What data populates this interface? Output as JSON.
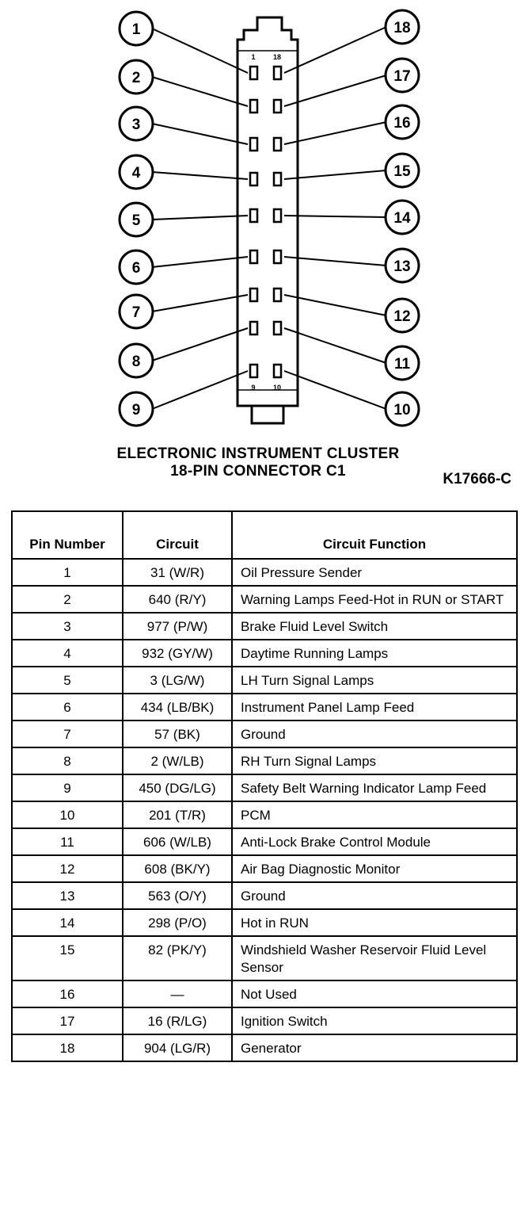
{
  "diagram": {
    "left_callouts": [
      "1",
      "2",
      "3",
      "4",
      "5",
      "6",
      "7",
      "8",
      "9"
    ],
    "right_callouts": [
      "18",
      "17",
      "16",
      "15",
      "14",
      "13",
      "12",
      "11",
      "10"
    ],
    "connector_marks": {
      "top_left": "1",
      "top_right": "18",
      "bottom_left": "9",
      "bottom_right": "10"
    }
  },
  "caption": {
    "line1": "ELECTRONIC INSTRUMENT CLUSTER",
    "line2": "18-PIN CONNECTOR C1",
    "figure_ref": "K17666-C"
  },
  "table": {
    "headers": {
      "pin": "Pin Number",
      "circuit": "Circuit",
      "function": "Circuit Function"
    },
    "rows": [
      {
        "pin": "1",
        "circuit": "31 (W/R)",
        "function": "Oil Pressure Sender"
      },
      {
        "pin": "2",
        "circuit": "640 (R/Y)",
        "function": "Warning Lamps Feed-Hot in RUN or START"
      },
      {
        "pin": "3",
        "circuit": "977 (P/W)",
        "function": "Brake Fluid Level Switch"
      },
      {
        "pin": "4",
        "circuit": "932 (GY/W)",
        "function": "Daytime Running Lamps"
      },
      {
        "pin": "5",
        "circuit": "3 (LG/W)",
        "function": "LH Turn Signal Lamps"
      },
      {
        "pin": "6",
        "circuit": "434 (LB/BK)",
        "function": "Instrument Panel Lamp Feed"
      },
      {
        "pin": "7",
        "circuit": "57 (BK)",
        "function": "Ground"
      },
      {
        "pin": "8",
        "circuit": "2 (W/LB)",
        "function": "RH Turn Signal Lamps"
      },
      {
        "pin": "9",
        "circuit": "450 (DG/LG)",
        "function": "Safety Belt Warning Indicator Lamp Feed"
      },
      {
        "pin": "10",
        "circuit": "201 (T/R)",
        "function": "PCM"
      },
      {
        "pin": "11",
        "circuit": "606 (W/LB)",
        "function": "Anti-Lock Brake Control Module"
      },
      {
        "pin": "12",
        "circuit": "608 (BK/Y)",
        "function": "Air Bag Diagnostic Monitor"
      },
      {
        "pin": "13",
        "circuit": "563 (O/Y)",
        "function": "Ground"
      },
      {
        "pin": "14",
        "circuit": "298 (P/O)",
        "function": "Hot in RUN"
      },
      {
        "pin": "15",
        "circuit": "82 (PK/Y)",
        "function": "Windshield Washer Reservoir Fluid Level Sensor"
      },
      {
        "pin": "16",
        "circuit": "—",
        "function": "Not Used"
      },
      {
        "pin": "17",
        "circuit": "16 (R/LG)",
        "function": "Ignition Switch"
      },
      {
        "pin": "18",
        "circuit": "904 (LG/R)",
        "function": "Generator"
      }
    ]
  },
  "colors": {
    "ink": "#000000",
    "paper": "#ffffff"
  }
}
